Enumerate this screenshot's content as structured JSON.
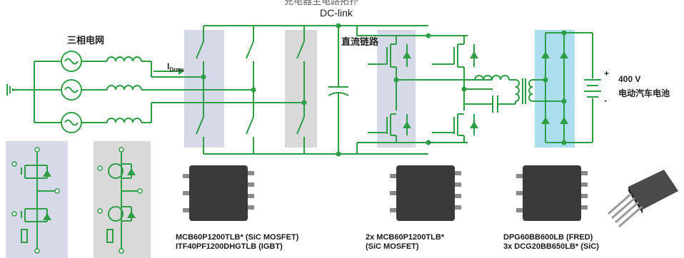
{
  "diagram": {
    "top_title": "充电器主电路拓扑",
    "dc_link_label": "DC-link",
    "three_phase_label": "三相电网",
    "current_label_main": "I",
    "current_label_sub": "Drms",
    "dc_bus_label": "直流链路",
    "battery_voltage": "400 V",
    "battery_label": "电动汽车电池",
    "plus_sign": "+",
    "minus_sign": "-"
  },
  "parts": {
    "group1_line1": "MCB60P1200TLB* (SiC MOSFET)",
    "group1_line2": "ITF40PF1200DHGTLB (IGBT)",
    "group2_line1": "2x MCB60P1200TLB*",
    "group2_line2": "(SiC MOSFET)",
    "group3_line1": "DPG60BB600LB (FRED)",
    "group3_line2": "3x DCG20BB650LB* (SiC)"
  },
  "colors": {
    "wire": "#2e9e46",
    "highlight_grey_blue": "#d5d9e8",
    "highlight_grey": "#d9d9d9",
    "highlight_cyan": "#8fd3e8",
    "chip": "#3a3a3a"
  }
}
